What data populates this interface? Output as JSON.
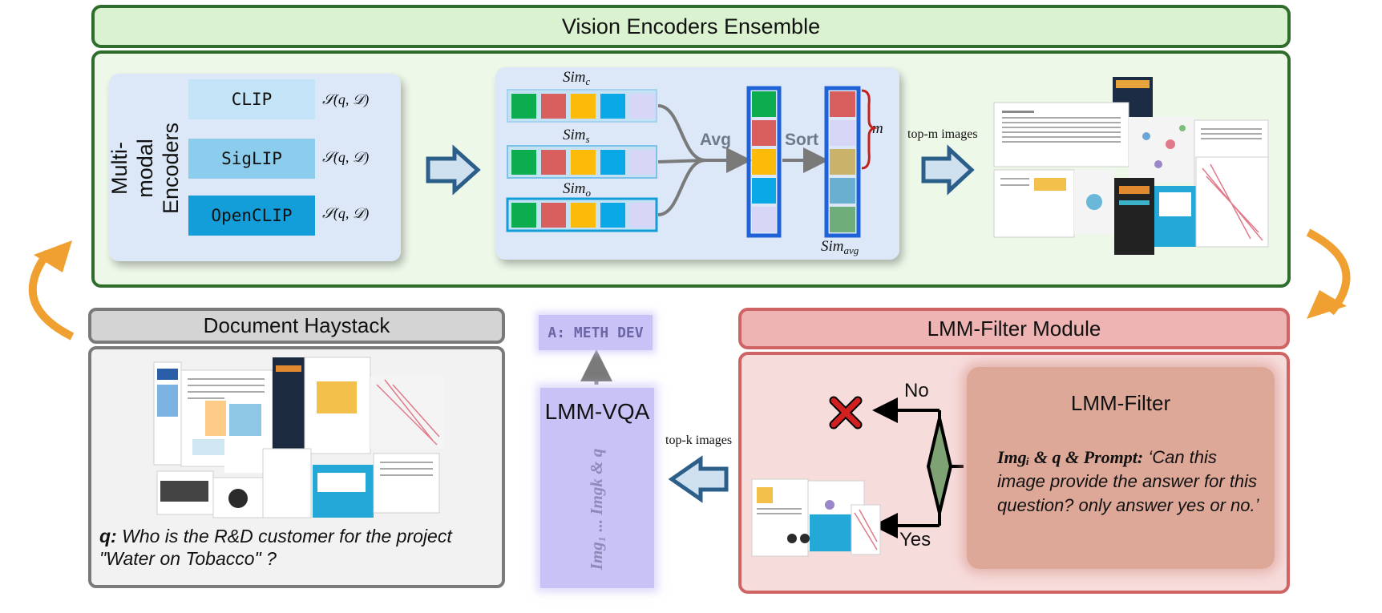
{
  "vision_encoders": {
    "title": "Vision Encoders Ensemble",
    "encoders_label": "Multi-modal Encoders",
    "encoders": [
      {
        "name": "CLIP",
        "score": "𝒮(q, 𝒟)"
      },
      {
        "name": "SigLIP",
        "score": "𝒮(q, 𝒟)"
      },
      {
        "name": "OpenCLIP",
        "score": "𝒮(q, 𝒟)"
      }
    ],
    "similarities": [
      {
        "base": "Sim",
        "sub": "c"
      },
      {
        "base": "Sim",
        "sub": "s"
      },
      {
        "base": "Sim",
        "sub": "o"
      }
    ],
    "avg_label": "Avg",
    "sort_label": "Sort",
    "m_label": "m",
    "sim_avg": {
      "base": "Sim",
      "sub": "avg"
    },
    "top_m_caption": "top-m images"
  },
  "document_haystack": {
    "title": "Document Haystack",
    "question_prefix": "q:",
    "question_text": "Who is the R&D customer for the project \"Water on Tobacco\" ?"
  },
  "lmm_vqa": {
    "answer": "A: METH DEV",
    "title": "LMM-VQA",
    "inputs": "Img₁ ... Imgk & q",
    "top_k_caption": "top-k images"
  },
  "lmm_filter": {
    "title": "LMM-Filter Module",
    "card_title": "LMM-Filter",
    "prompt_prefix": "Imgᵢ & q & Prompt:",
    "prompt_text": "‘Can this image provide the answer for this question? only answer yes or no.’",
    "no_label": "No",
    "yes_label": "Yes"
  },
  "colors": {
    "green_border": "#2f6d2c",
    "red_border": "#cf6464",
    "gray_border": "#7a7a7a",
    "orange_arrow": "#f0a030",
    "cell_green": "#0cad4f",
    "cell_red": "#d95e5e",
    "cell_yellow": "#fbbb08",
    "cell_blue": "#0aa8e6",
    "cell_lavender": "#d8d6f6"
  }
}
